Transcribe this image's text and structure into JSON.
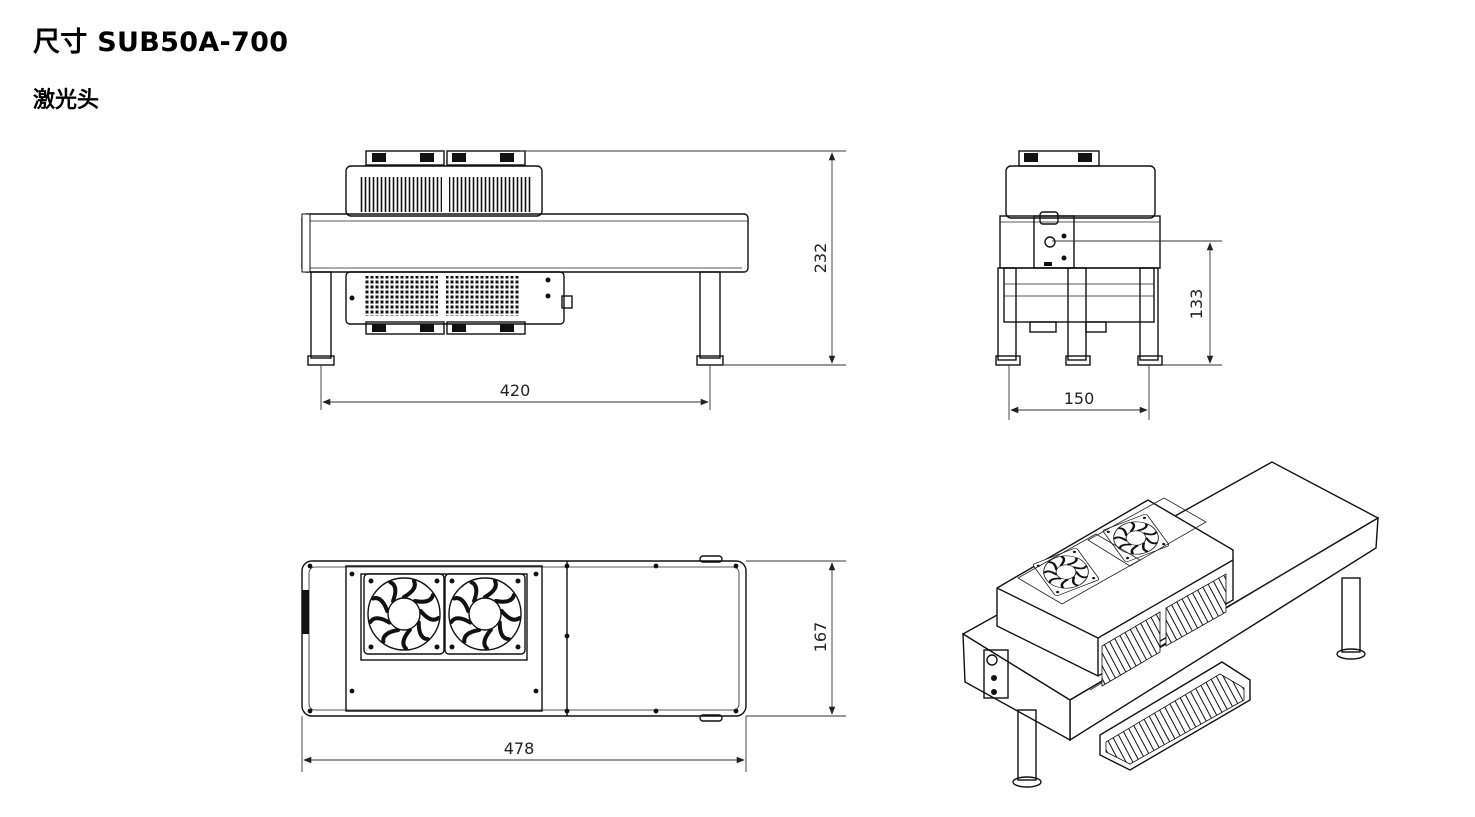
{
  "header": {
    "title": "尺寸 SUB50A-700",
    "subtitle": "激光头"
  },
  "dimensions": {
    "front_height": "232",
    "front_width": "420",
    "side_height": "133",
    "side_width": "150",
    "top_depth": "167",
    "top_length": "478"
  }
}
